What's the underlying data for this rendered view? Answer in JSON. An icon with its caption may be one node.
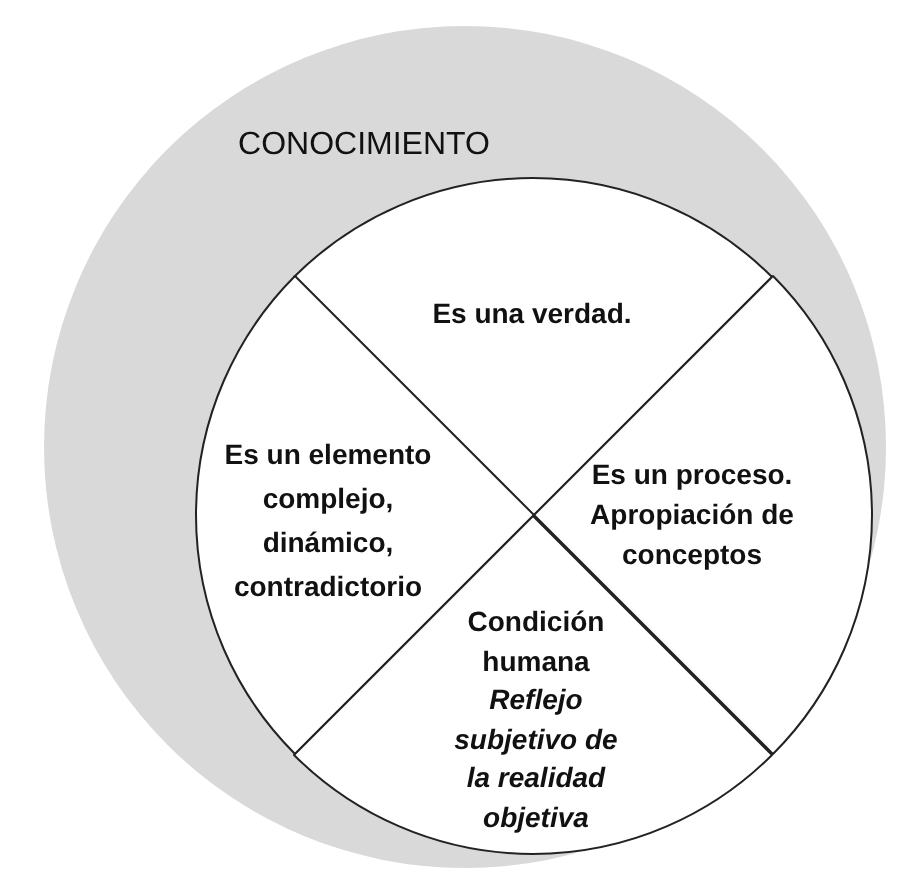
{
  "diagram": {
    "nodes": [
      {
        "text": [
          "CONOCIMIENTO"
        ]
      },
      {
        "text": [
          "Es una verdad."
        ],
        "in": 0
      },
      {
        "text": [
          "Es un elemento complejo, dinámico, contradictorio"
        ],
        "in": 0
      },
      {
        "text": [
          "Es un proceso.",
          "Apropiación de conceptos"
        ],
        "in": 0
      },
      {
        "text": [
          "Condición humana",
          "Reflejo subjetivo de la realidad objetiva"
        ],
        "in": 0
      }
    ]
  }
}
